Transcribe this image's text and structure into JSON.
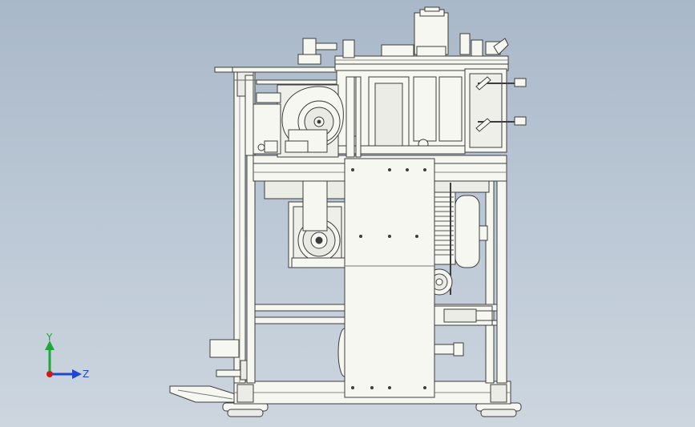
{
  "viewport": {
    "name": "cad-graphics-area",
    "background_top": "#a9b8c8",
    "background_bottom": "#cdd6df"
  },
  "model": {
    "part_fill": "#f7f7f1",
    "part_stroke": "#3c3c3c",
    "shade_fill": "#d9dcd6"
  },
  "triad": {
    "y_label": "Y",
    "z_label": "Z",
    "y_color": "#1fa83a",
    "z_color": "#2046d0",
    "x_color": "#d01818"
  }
}
